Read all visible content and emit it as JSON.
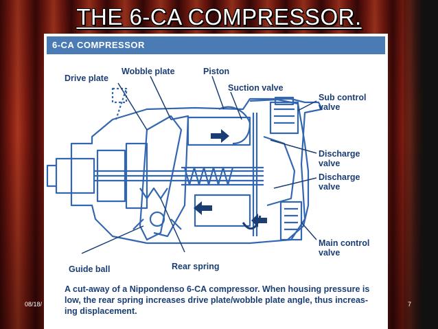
{
  "slide": {
    "title": "THE 6-CA COMPRESSOR.",
    "date_text": "08/18/",
    "page_number": "7"
  },
  "figure": {
    "header": "6-CA COMPRESSOR",
    "labels": {
      "drive_plate": "Drive plate",
      "wobble_plate": "Wobble plate",
      "piston": "Piston",
      "suction_valve": "Suction valve",
      "sub_control_valve_1": "Sub control",
      "sub_control_valve_2": "valve",
      "discharge_valve_a_1": "Discharge",
      "discharge_valve_a_2": "valve",
      "discharge_valve_b_1": "Discharge",
      "discharge_valve_b_2": "valve",
      "main_control_valve_1": "Main control",
      "main_control_valve_2": "valve",
      "guide_ball": "Guide ball",
      "rear_spring": "Rear spring"
    },
    "caption_lines": [
      "A cut-away of a Nippondenso 6-CA compressor. When housing pressure is",
      "low, the rear spring increases drive plate/wobble plate angle, thus increas-",
      "ing displacement."
    ]
  },
  "colors": {
    "header_blue": "#4a7bb4",
    "label_navy": "#1a3d73",
    "diagram_blue": "#3366b0"
  }
}
